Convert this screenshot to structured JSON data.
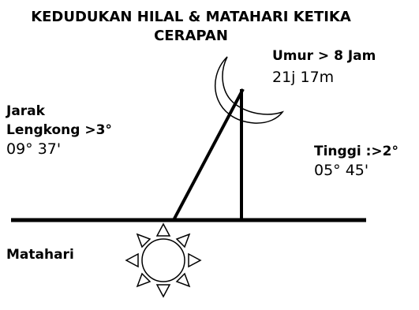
{
  "title": {
    "line1": "KEDUDUKAN HILAL &  MATAHARI KETIKA",
    "line2": "CERAPAN"
  },
  "moon_age": {
    "label": "Umur > 8 Jam",
    "value": "21j  17m"
  },
  "elongation": {
    "label_line1": "Jarak",
    "label_line2": "Lengkong >3°",
    "value": "09° 37'"
  },
  "altitude": {
    "label": "Tinggi :>2°",
    "value": "05° 45'"
  },
  "sun": {
    "label": "Matahari"
  },
  "colors": {
    "ink": "#000000",
    "background": "#ffffff"
  }
}
